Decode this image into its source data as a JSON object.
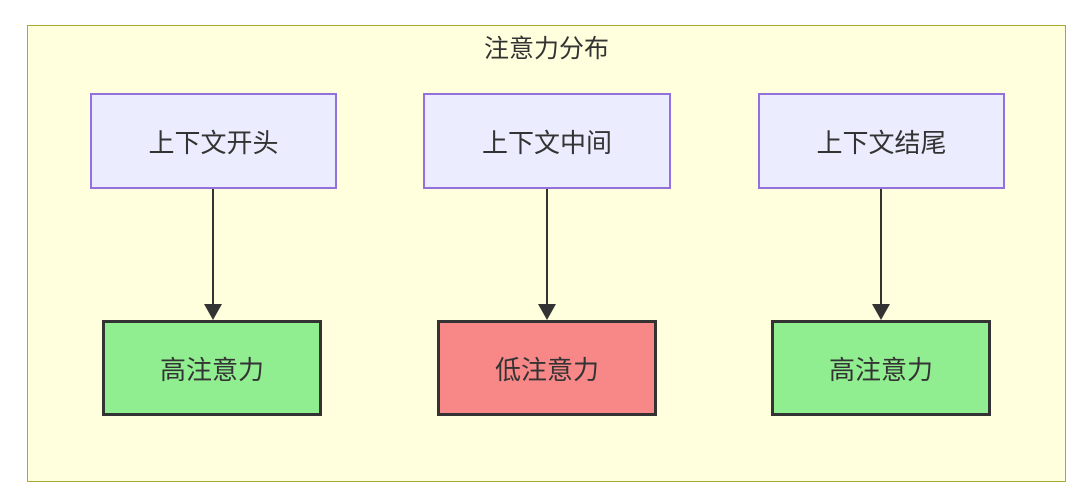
{
  "diagram": {
    "title": "注意力分布",
    "top_nodes": [
      {
        "id": "context-start",
        "label": "上下文开头"
      },
      {
        "id": "context-middle",
        "label": "上下文中间"
      },
      {
        "id": "context-end",
        "label": "上下文结尾"
      }
    ],
    "bottom_nodes": [
      {
        "id": "attention-start",
        "label": "高注意力",
        "status": "high"
      },
      {
        "id": "attention-middle",
        "label": "低注意力",
        "status": "low"
      },
      {
        "id": "attention-end",
        "label": "高注意力",
        "status": "high"
      }
    ],
    "edges": [
      {
        "from": "context-start",
        "to": "attention-start"
      },
      {
        "from": "context-middle",
        "to": "attention-middle"
      },
      {
        "from": "context-end",
        "to": "attention-end"
      }
    ],
    "colors": {
      "cluster_fill": "#ffffde",
      "cluster_border": "#aaaa33",
      "context_fill": "#ececff",
      "context_border": "#9370db",
      "high_attention_fill": "#90ee90",
      "low_attention_fill": "#f88888",
      "attention_border": "#333333",
      "arrow": "#333333",
      "text": "#333333"
    }
  }
}
